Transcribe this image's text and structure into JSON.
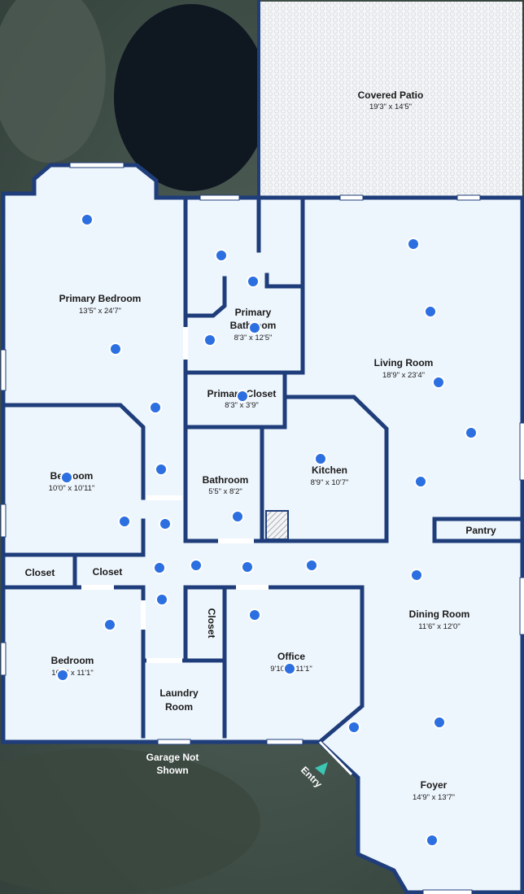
{
  "rooms": {
    "covered_patio": {
      "name": "Covered Patio",
      "dims": "19'3\" x 14'5\""
    },
    "primary_bedroom": {
      "name": "Primary Bedroom",
      "dims": "13'5\" x 24'7\""
    },
    "primary_bathroom": {
      "name_line1": "Primary",
      "name_line2": "Bathroom",
      "dims": "8'3\" x 12'5\""
    },
    "primary_closet": {
      "name": "Primary Closet",
      "dims": "8'3\" x 3'9\""
    },
    "living_room": {
      "name": "Living Room",
      "dims": "18'9\" x 23'4\""
    },
    "bedroom_1": {
      "name": "Bedroom",
      "dims": "10'0\" x 10'11\""
    },
    "bathroom": {
      "name": "Bathroom",
      "dims": "5'5\" x 8'2\""
    },
    "kitchen": {
      "name": "Kitchen",
      "dims": "8'9\" x 10'7\""
    },
    "pantry": {
      "name": "Pantry"
    },
    "closet_1": {
      "name": "Closet"
    },
    "closet_2": {
      "name": "Closet"
    },
    "closet_3": {
      "name": "Closet"
    },
    "dining_room": {
      "name": "Dining Room",
      "dims": "11'6\" x 12'0\""
    },
    "bedroom_2": {
      "name": "Bedroom",
      "dims": "10'1\" x 11'1\""
    },
    "laundry_room": {
      "name_line1": "Laundry",
      "name_line2": "Room"
    },
    "office": {
      "name": "Office",
      "dims": "9'10\" x 11'1\""
    },
    "foyer": {
      "name": "Foyer",
      "dims": "14'9\" x 13'7\""
    }
  },
  "annotations": {
    "garage_line1": "Garage Not",
    "garage_line2": "Shown",
    "entry": "Entry"
  },
  "colors": {
    "wall": "#1e3d7a",
    "floor": "#eef6fd",
    "photo_marker": "#2b6fe0",
    "entry_marker": "#3cc6b4",
    "patio": "#f3f4f6"
  },
  "icons": {
    "photo_marker": "photo-marker-icon",
    "entry_marker": "entry-arrow-icon"
  }
}
